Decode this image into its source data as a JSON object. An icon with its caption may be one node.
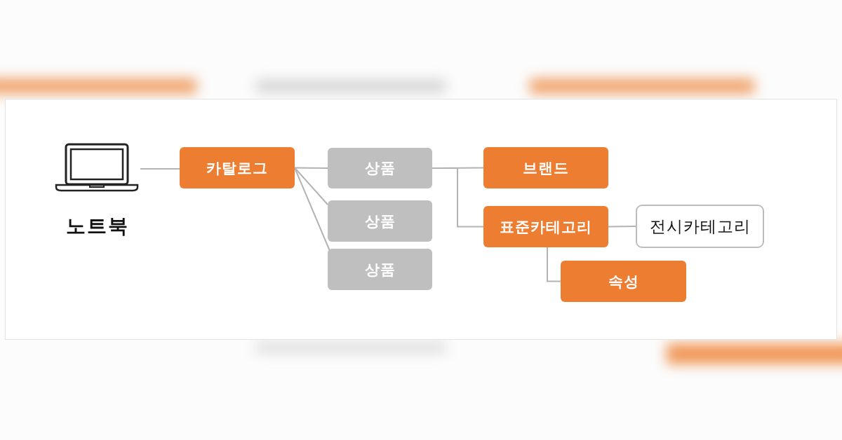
{
  "diagram": {
    "nodes": [
      {
        "text": [],
        "shape": "picture",
        "beside": [
          "노트북"
        ]
      },
      {
        "text": [
          "카탈로그"
        ]
      },
      {
        "text": [
          "상품"
        ]
      },
      {
        "text": [
          "상품"
        ]
      },
      {
        "text": [
          "상품"
        ]
      },
      {
        "text": [
          "브랜드"
        ]
      },
      {
        "text": [
          "표준카테고리"
        ]
      },
      {
        "text": [
          "전시카테고리"
        ]
      },
      {
        "text": [
          "속성"
        ]
      }
    ],
    "edges": [
      {
        "from": 0,
        "to": 1,
        "arrow": "none"
      },
      {
        "from": 1,
        "to": 2,
        "arrow": "none"
      },
      {
        "from": 1,
        "to": 3,
        "arrow": "none"
      },
      {
        "from": 1,
        "to": 4,
        "arrow": "none"
      },
      {
        "from": 2,
        "to": 5,
        "arrow": "none"
      },
      {
        "from": 2,
        "to": 6,
        "arrow": "none"
      },
      {
        "from": 6,
        "to": 7,
        "arrow": "none"
      },
      {
        "from": 6,
        "to": 8,
        "arrow": "none"
      }
    ]
  }
}
